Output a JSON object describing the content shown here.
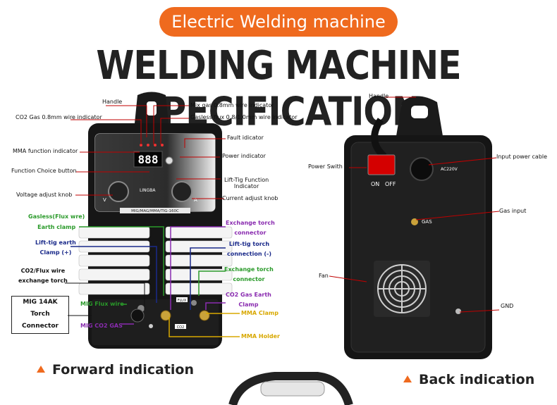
{
  "banner": {
    "pill": "Electric  Welding machine",
    "headline": "WELDING MACHINE SPECIFICATION"
  },
  "front": {
    "handle": "Handle",
    "co2_indicator": "CO2 Gas 0.8mm wire indicator",
    "mix_gas": "Mix gas 0.8mm wire indicator",
    "gasless_flux": "Gasless flux 0.8/1.0mm wire indicator",
    "fault": "Fault idicator",
    "mma_indicator": "MMA function indicator",
    "power_indicator": "Power indicator",
    "function_button": "Function Choice button",
    "lift_tig_line1": "Lift-Tig Function",
    "lift_tig_line2": "Indicator",
    "voltage_knob": "Voltage adjust knob",
    "current_knob": "Current adjust knob",
    "gasless_earth_line1": "Gasless(Flux wre)",
    "gasless_earth_line2": "Earth clamp",
    "lift_tig_earth_line1": "Lift-tig earth",
    "lift_tig_earth_line2": "Clamp (+)",
    "co2_flux_line1": "CO2/Flux wire",
    "co2_flux_line2": "exchange torch",
    "exchange_torch_conn_line1": "Exchange torch",
    "exchange_torch_conn_line2": "connector",
    "lift_tig_torch_line1": "Lift-tig torch",
    "lift_tig_torch_line2": "connection (-)",
    "exchange_torch_conn2_line1": "Exchange torch",
    "exchange_torch_conn2_line2": "connector",
    "co2_earth_line1": "CO2 Gas Earth",
    "co2_earth_line2": "Clamp",
    "mma_clamp": "MMA Clamp",
    "mma_holder": "MMA Holder",
    "mig_flux_wire": "MIG Flux wire",
    "mig_co2_gas": "MIG CO2 GAS",
    "mig_box": [
      "MIG 14AK",
      "Torch",
      "Connector"
    ],
    "display": "888",
    "brand": "LINGBA",
    "model": "MIG/MAG/MMA/TIG-160C",
    "knob_v": "V",
    "knob_a": "A",
    "flux_label": "FLUX",
    "co2_label": "CO2"
  },
  "back": {
    "handle": "Handle",
    "input_cable": "Input power cable",
    "power_switch": "Power Swith",
    "on": "ON",
    "off": "OFF",
    "ac": "AC220V",
    "gas_input": "Gas input",
    "gas": "GAS",
    "fan": "Fan",
    "gnd": "GND"
  },
  "indications": {
    "forward": "Forward indication",
    "back": "Back indication"
  },
  "colors": {
    "accent": "#ef6a1e",
    "machine_body": "#1a1a1a",
    "leader_red": "#c00000"
  }
}
